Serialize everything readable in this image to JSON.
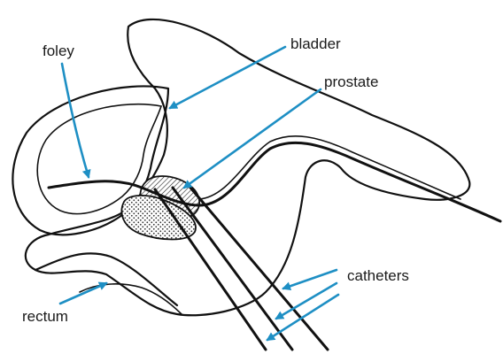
{
  "labels": {
    "foley": "foley",
    "bladder": "bladder",
    "prostate": "prostate",
    "catheters": "catheters",
    "rectum": "rectum"
  },
  "colors": {
    "pointer": "#1e8fc4",
    "outline": "#111111",
    "background": "#ffffff"
  }
}
